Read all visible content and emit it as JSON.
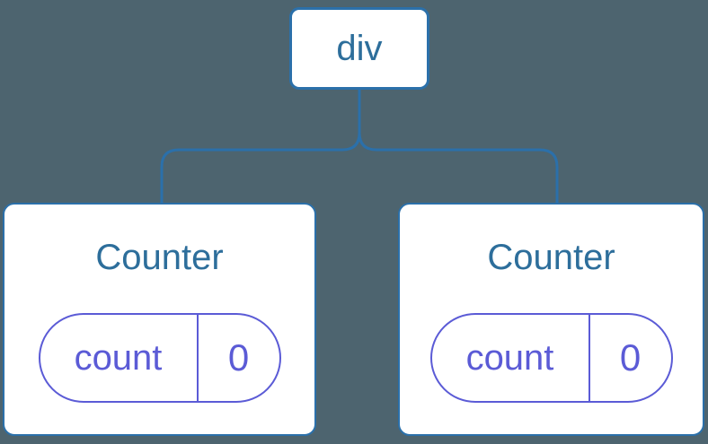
{
  "diagram": {
    "description": "component-tree",
    "root": {
      "label": "div"
    },
    "children": [
      {
        "title": "Counter",
        "state": {
          "key": "count",
          "value": "0"
        }
      },
      {
        "title": "Counter",
        "state": {
          "key": "count",
          "value": "0"
        }
      }
    ],
    "colors": {
      "background": "#4D646F",
      "node_border": "#2B70AA",
      "node_text": "#2D6E9B",
      "state_accent": "#5B5BD6",
      "card_bg": "#FFFFFF",
      "line": "#2B70AA"
    }
  }
}
